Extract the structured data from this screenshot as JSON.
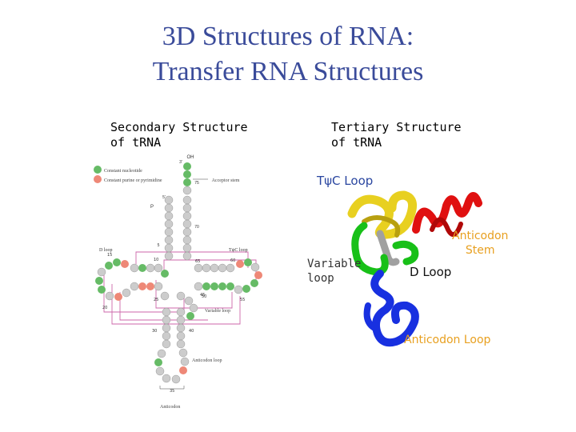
{
  "slide": {
    "title_line1": "3D Structures of RNA:",
    "title_line2": "Transfer RNA Structures",
    "colors": {
      "title": "#3a4b9a",
      "constant": "#66bb66",
      "purine": "#ee8877",
      "bond": "#cc66aa"
    }
  },
  "secondary": {
    "heading_line1": "Secondary Structure",
    "heading_line2": "of tRNA",
    "legend": [
      {
        "label": "Constant nucleotide",
        "color": "#66bb66"
      },
      {
        "label": "Constant purine or pyrimidine",
        "color": "#ee8877"
      }
    ],
    "labels": {
      "oh": "OH",
      "three_prime": "3'",
      "five_prime": "5'",
      "acceptor_stem": "Acceptor stem",
      "d_loop": "D loop",
      "tpsic_loop": "TψC loop",
      "variable_loop": "Variable loop",
      "anticodon_loop": "Anticodon loop",
      "anticodon": "Anticodon",
      "p": "P",
      "n75": "75",
      "n70": "70",
      "n65": "65",
      "n60": "60",
      "n55": "55",
      "n50": "50",
      "n45": "45",
      "n40": "40",
      "n35": "35",
      "n30": "30",
      "n25": "25",
      "n20": "20",
      "n15": "15",
      "n10": "10",
      "n5": "5"
    }
  },
  "tertiary": {
    "heading_line1": "Tertiary Structure",
    "heading_line2": "of tRNA",
    "tpsic_loop": "TψC Loop",
    "variable_loop_line1": "Variable",
    "variable_loop_line2": "loop",
    "anticodon_stem_line1": "Anticodon",
    "anticodon_stem_line2": "Stem",
    "d_loop": "D Loop",
    "anticodon_loop": "Anticodon Loop",
    "colors": {
      "tpsic": "#2a46a0",
      "anticodon_stem": "#e8a020",
      "anticodon_loop": "#e8a020",
      "yellow": "#e8d020",
      "red": "#e01010",
      "green": "#18c018",
      "blue": "#1830e0",
      "gray": "#a0a0a0"
    }
  }
}
